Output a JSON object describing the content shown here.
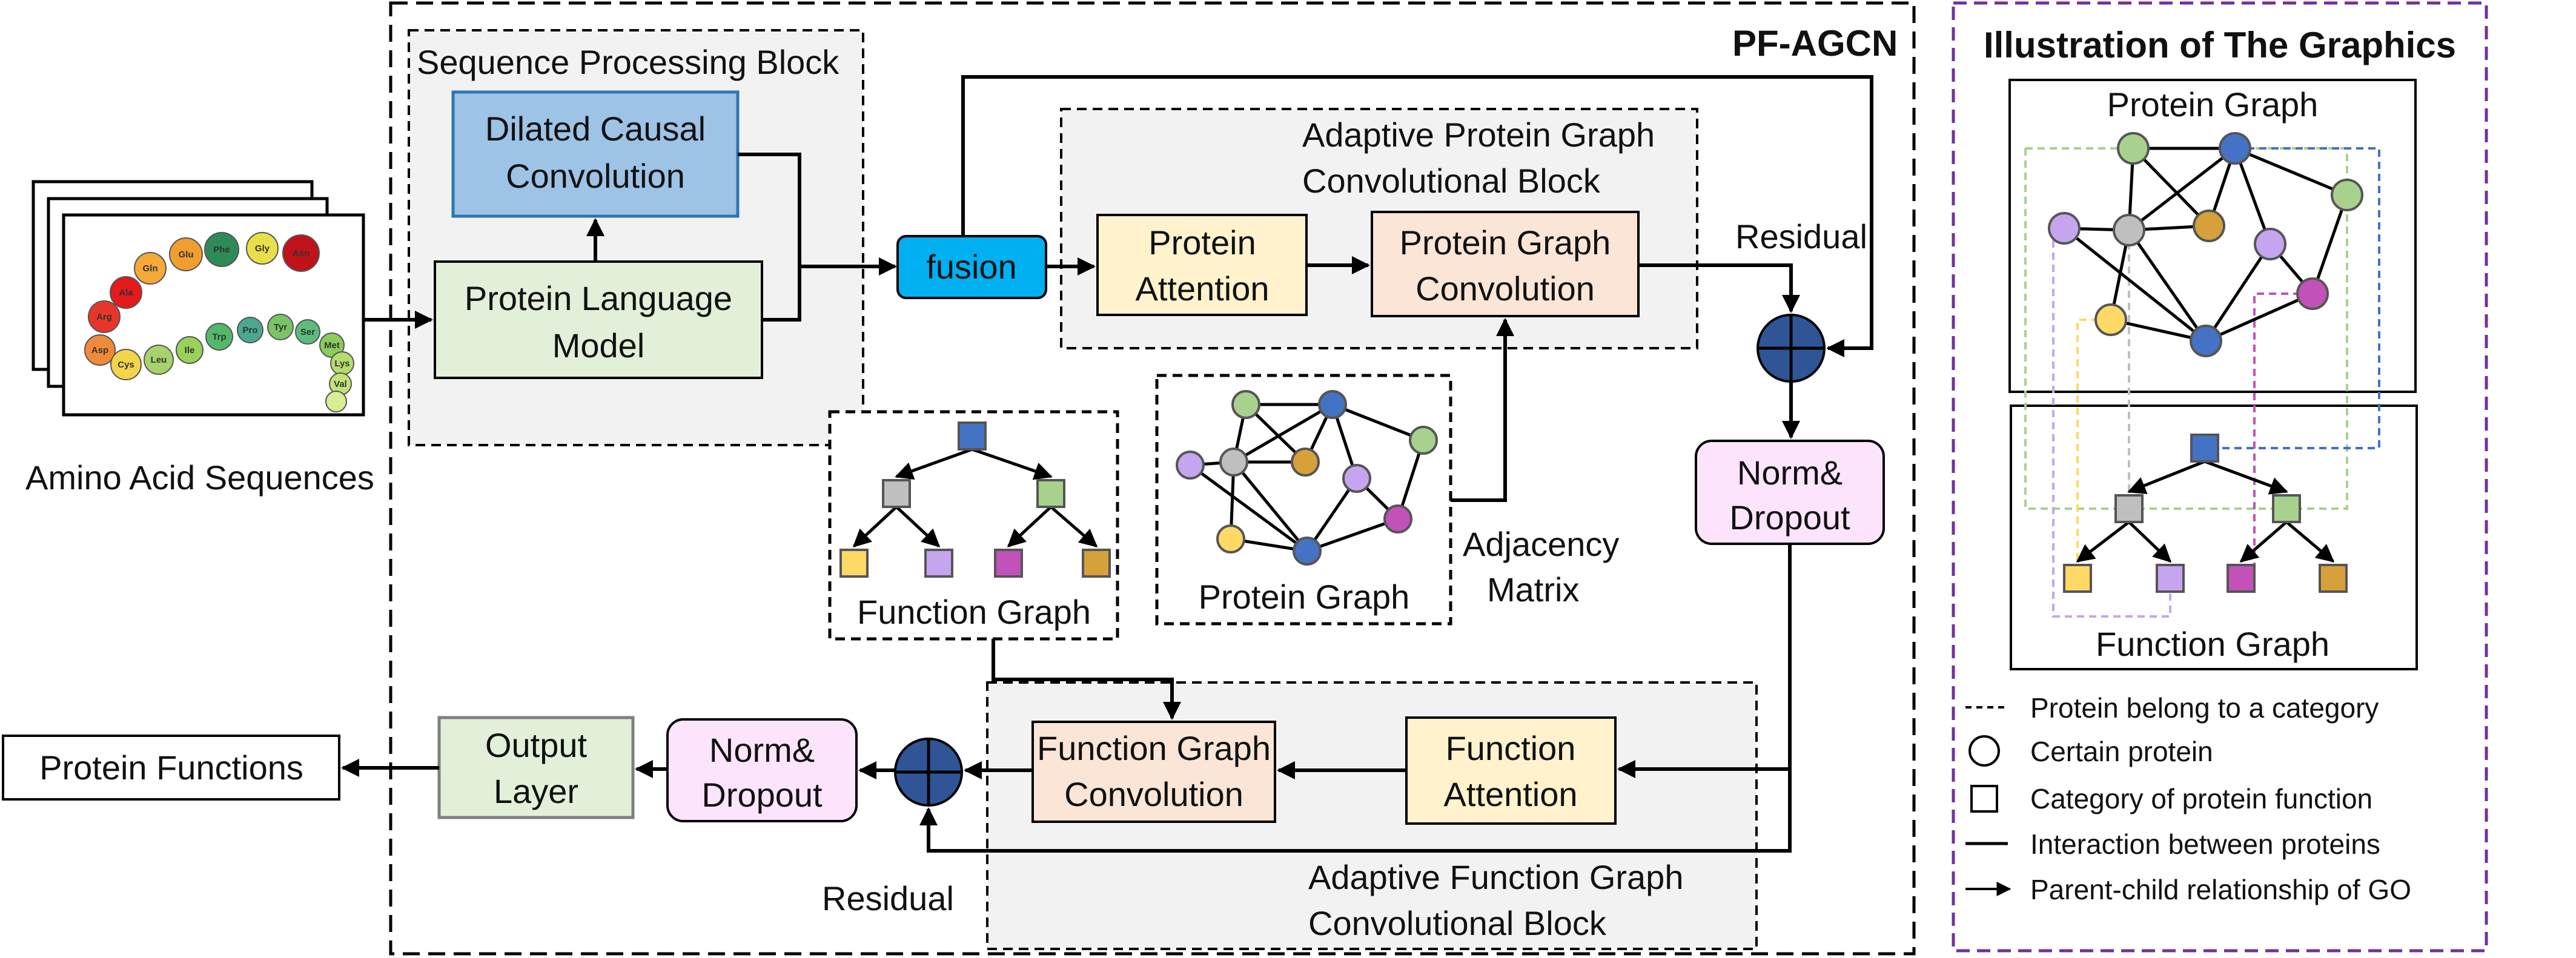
{
  "main_title": "PF-AGCN",
  "input": {
    "caption": "Amino Acid Sequences",
    "amino_acids": [
      "Ala",
      "Gln",
      "Glu",
      "Phe",
      "Gly",
      "Asn",
      "Arg",
      "Asp",
      "Cys",
      "Leu",
      "Ile",
      "Trp",
      "Pro",
      "Tyr",
      "Ser",
      "Met",
      "Lys",
      "Val"
    ]
  },
  "blocks": {
    "sequence": {
      "title": "Sequence Processing Block",
      "dilated": [
        "Dilated Causal",
        "Convolution"
      ],
      "plm": [
        "Protein Language",
        "Model"
      ]
    },
    "fusion": "fusion",
    "protein_block": {
      "title": [
        "Adaptive Protein Graph",
        "Convolutional Block"
      ],
      "attention": [
        "Protein",
        "Attention"
      ],
      "conv": [
        "Protein Graph",
        "Convolution"
      ]
    },
    "residual_top": "Residual",
    "norm_top": [
      "Norm&",
      "Dropout"
    ],
    "function_graph": "Function Graph",
    "protein_graph": "Protein Graph",
    "adjacency": [
      "Adjacency",
      "Matrix"
    ],
    "function_block": {
      "title": [
        "Adaptive Function Graph",
        "Convolutional Block"
      ],
      "attention": [
        "Function",
        "Attention"
      ],
      "conv": [
        "Function Graph",
        "Convolution"
      ]
    },
    "residual_bottom": "Residual",
    "norm_bottom": [
      "Norm&",
      "Dropout"
    ],
    "output": [
      "Output",
      "Layer"
    ],
    "final": "Protein Functions"
  },
  "legend": {
    "title": "Illustration of The Graphics",
    "protein_graph": "Protein Graph",
    "function_graph": "Function Graph",
    "items": [
      "Protein belong to a category",
      "Certain protein",
      "Category of protein function",
      "Interaction between proteins",
      "Parent-child relationship of GO"
    ]
  },
  "colors": {
    "blue_box": "#9dc3e6",
    "green_box": "#e2f0d9",
    "fusion": "#00b0f0",
    "attention": "#fff2cc",
    "conv": "#fbe5d6",
    "norm": "#fce4fc",
    "output": "#e2f0d9",
    "legend_border": "#7030a0",
    "circle_plus": "#2f5597",
    "node_green": "#a9d18e",
    "node_blue": "#4472c4",
    "node_gray": "#bfbfbf",
    "node_orange": "#d6a13a",
    "node_purple": "#c5a5f0",
    "node_yellow": "#ffd966",
    "node_magenta": "#c251b9"
  }
}
